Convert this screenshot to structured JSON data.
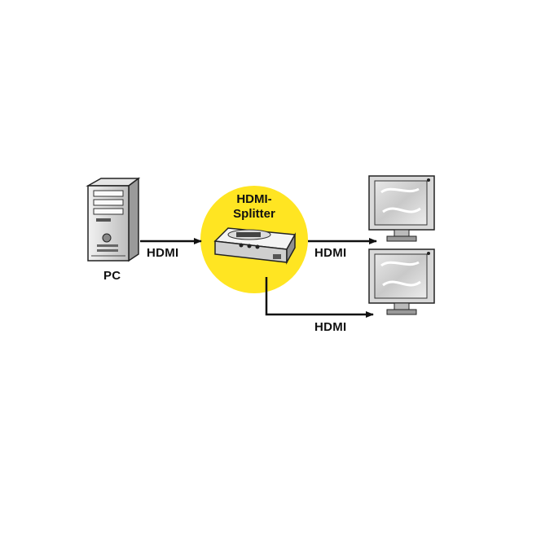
{
  "diagram": {
    "pc_label": "PC",
    "splitter": {
      "line1": "HDMI-",
      "line2": "Splitter",
      "color": "#FFE522"
    },
    "edges": [
      {
        "from": "PC",
        "to": "HDMI-Splitter",
        "label": "HDMI"
      },
      {
        "from": "HDMI-Splitter",
        "to": "monitor-1",
        "label": "HDMI"
      },
      {
        "from": "HDMI-Splitter",
        "to": "monitor-2",
        "label": "HDMI"
      }
    ],
    "icons": [
      "pc-tower-icon",
      "hdmi-splitter-device-icon",
      "monitor-icon",
      "monitor-icon"
    ]
  }
}
